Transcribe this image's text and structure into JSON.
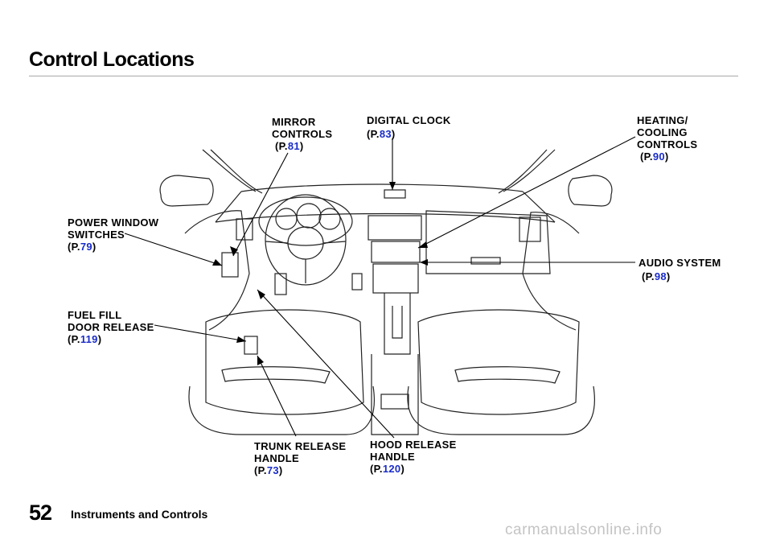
{
  "header": {
    "title": "Control Locations"
  },
  "callouts": {
    "mirror": {
      "lines": [
        "MIRROR",
        "CONTROLS"
      ],
      "page_prefix": "(P.",
      "page": "81",
      "page_suffix": ")"
    },
    "clock": {
      "lines": [
        "DIGITAL  CLOCK"
      ],
      "page_prefix": "(P.",
      "page": "83",
      "page_suffix": ")"
    },
    "heating": {
      "lines": [
        "HEATING/",
        "COOLING",
        "CONTROLS"
      ],
      "page_prefix": "(P.",
      "page": "90",
      "page_suffix": ")"
    },
    "window": {
      "lines": [
        "POWER  WINDOW",
        "SWITCHES"
      ],
      "page_prefix": "(P.",
      "page": "79",
      "page_suffix": ")"
    },
    "audio": {
      "lines": [
        "AUDIO SYSTEM"
      ],
      "page_prefix": "(P.",
      "page": "98",
      "page_suffix": ")"
    },
    "fuel": {
      "lines": [
        "FUEL FILL",
        "DOOR RELEASE"
      ],
      "page_prefix": "(P.",
      "page": "119",
      "page_suffix": ")"
    },
    "trunk": {
      "lines": [
        "TRUNK  RELEASE",
        "HANDLE"
      ],
      "page_prefix": "(P.",
      "page": "73",
      "page_suffix": ")"
    },
    "hood": {
      "lines": [
        "HOOD RELEASE",
        "HANDLE"
      ],
      "page_prefix": "(P.",
      "page": "120",
      "page_suffix": ")"
    }
  },
  "footer": {
    "page_number": "52",
    "section": "Instruments and Controls",
    "watermark": "carmanualsonline.info"
  },
  "colors": {
    "link": "#1a2cc8",
    "ink": "#000000",
    "rule": "#a8a8a8",
    "watermark": "#c4c4c4"
  }
}
